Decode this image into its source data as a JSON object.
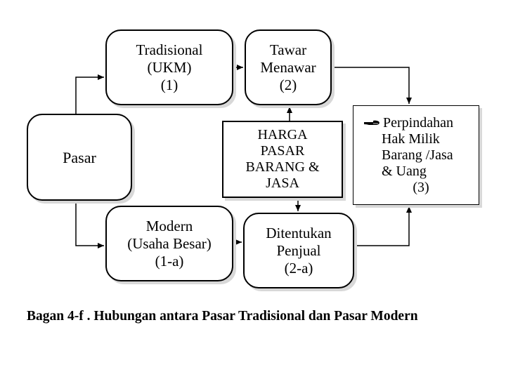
{
  "boxes": {
    "tradisional": [
      "Tradisional",
      "(UKM)",
      "(1)"
    ],
    "tawar": [
      "Tawar",
      "Menawar",
      "(2)"
    ],
    "pasar": [
      "Pasar"
    ],
    "harga": [
      "HARGA",
      "PASAR",
      "BARANG &",
      "JASA"
    ],
    "perpindahan": [
      "Perpindahan",
      "Hak Milik",
      "Barang /Jasa",
      "& Uang",
      "(3)"
    ],
    "modern": [
      "Modern",
      "(Usaha Besar)",
      "(1-a)"
    ],
    "ditentukan": [
      "Ditentukan",
      "Penjual",
      "(2-a)"
    ]
  },
  "icons": {
    "bullet": "pointing-hand-icon"
  },
  "caption": "Bagan  4-f .  Hubungan antara Pasar Tradisional dan Pasar Modern"
}
